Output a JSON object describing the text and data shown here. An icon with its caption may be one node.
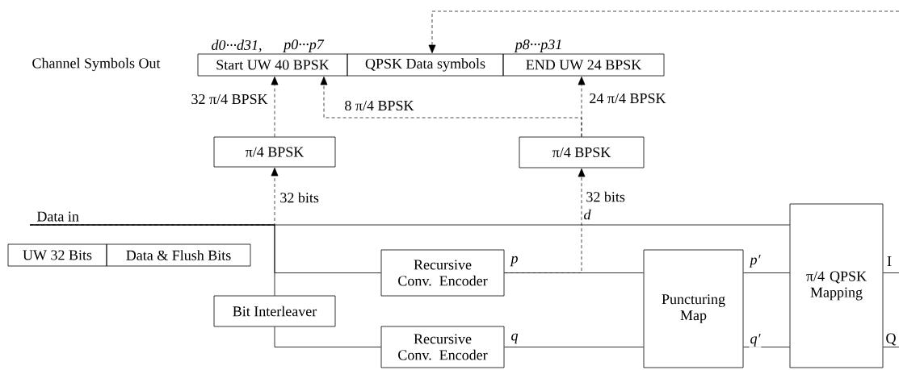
{
  "diagram": {
    "nodes": [
      {
        "text": [
          "Start UW 40 BPSK"
        ],
        "beside": [
          "d0···d31,",
          "p0···p7"
        ]
      },
      {
        "text": [
          "QPSK Data symbols"
        ]
      },
      {
        "text": [
          "END UW 24 BPSK"
        ],
        "beside": [
          "p8···p31"
        ]
      },
      {
        "text": [
          "π/4 BPSK"
        ]
      },
      {
        "text": [
          "π/4 BPSK"
        ]
      },
      {
        "text": [
          "UW 32 Bits"
        ]
      },
      {
        "text": [
          "Data & Flush Bits"
        ]
      },
      {
        "text": [
          "Recursive Conv. Encoder"
        ]
      },
      {
        "text": [
          "Bit Interleaver"
        ]
      },
      {
        "text": [
          "Recursive Conv. Encoder"
        ]
      },
      {
        "text": [
          "Puncturing Map"
        ]
      },
      {
        "text": [
          "π/4 QPSK Mapping"
        ]
      },
      {
        "text": [
          "Data in"
        ]
      }
    ],
    "edges": [
      {
        "from": 12,
        "to": 11,
        "arrow": "none",
        "label": "d"
      },
      {
        "from": 12,
        "to": 7,
        "arrow": "none"
      },
      {
        "from": 12,
        "to": 8,
        "arrow": "none"
      },
      {
        "from": 12,
        "to": 3,
        "arrow": "to",
        "style": "dashed",
        "label": "32 bits"
      },
      {
        "from": 3,
        "to": 0,
        "arrow": "to",
        "style": "dashed",
        "label": "32 π/4 BPSK"
      },
      {
        "from": 4,
        "to": 0,
        "arrow": "to",
        "style": "dashed",
        "label": "8 π/4 BPSK"
      },
      {
        "from": 4,
        "to": 2,
        "arrow": "to",
        "style": "dashed",
        "label": "24 π/4 BPSK"
      },
      {
        "from": 7,
        "to": 4,
        "arrow": "to",
        "style": "dashed",
        "label": "32 bits"
      },
      {
        "from": 7,
        "to": 10,
        "arrow": "none",
        "label": "p"
      },
      {
        "from": 8,
        "to": 9,
        "arrow": "none"
      },
      {
        "from": 9,
        "to": 10,
        "arrow": "none",
        "label": "q"
      },
      {
        "from": 10,
        "to": 11,
        "arrow": "none",
        "label": "p′"
      },
      {
        "from": 10,
        "to": 11,
        "arrow": "none",
        "label": "q′"
      },
      {
        "from": 11,
        "to": null,
        "arrow": "none",
        "label": "I"
      },
      {
        "from": 11,
        "to": null,
        "arrow": "none",
        "label": "Q"
      },
      {
        "from": null,
        "to": 1,
        "arrow": "to",
        "style": "dashed"
      }
    ],
    "labels": [
      "Channel Symbols Out"
    ]
  }
}
